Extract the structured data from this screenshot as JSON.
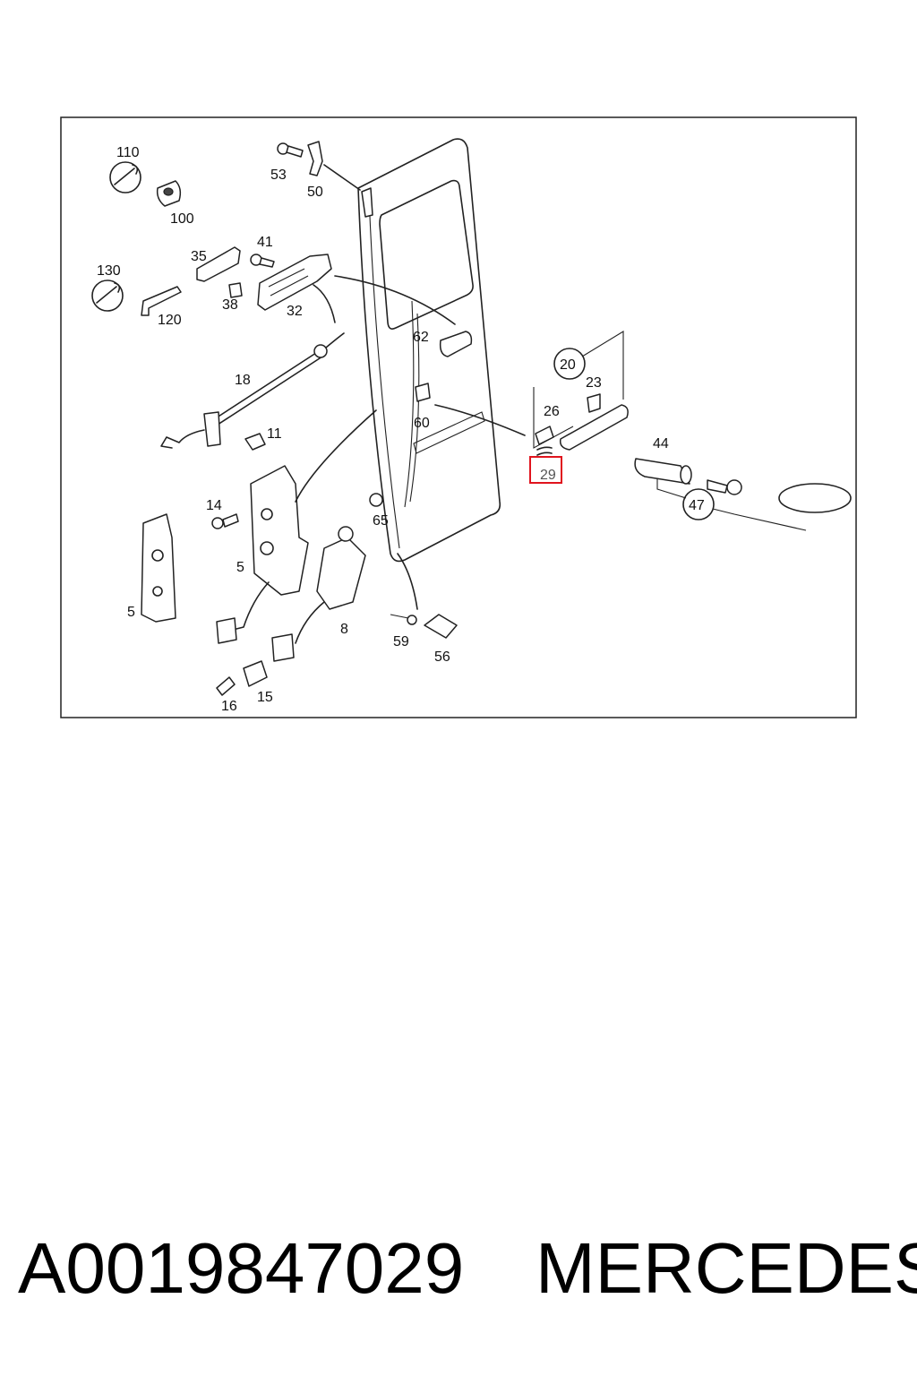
{
  "diagram": {
    "callouts": [
      {
        "id": "c110",
        "text": "110"
      },
      {
        "id": "c100",
        "text": "100"
      },
      {
        "id": "c53",
        "text": "53"
      },
      {
        "id": "c50",
        "text": "50"
      },
      {
        "id": "c35",
        "text": "35"
      },
      {
        "id": "c41",
        "text": "41"
      },
      {
        "id": "c130",
        "text": "130"
      },
      {
        "id": "c120",
        "text": "120"
      },
      {
        "id": "c38",
        "text": "38"
      },
      {
        "id": "c32",
        "text": "32"
      },
      {
        "id": "c18",
        "text": "18"
      },
      {
        "id": "c62",
        "text": "62"
      },
      {
        "id": "c20",
        "text": "20"
      },
      {
        "id": "c23",
        "text": "23"
      },
      {
        "id": "c26",
        "text": "26"
      },
      {
        "id": "c60",
        "text": "60"
      },
      {
        "id": "c11",
        "text": "11"
      },
      {
        "id": "c29",
        "text": "29",
        "highlight": true
      },
      {
        "id": "c44",
        "text": "44"
      },
      {
        "id": "c47",
        "text": "47"
      },
      {
        "id": "c14",
        "text": "14"
      },
      {
        "id": "c65",
        "text": "65"
      },
      {
        "id": "c5a",
        "text": "5"
      },
      {
        "id": "c5b",
        "text": "5"
      },
      {
        "id": "c8",
        "text": "8"
      },
      {
        "id": "c59",
        "text": "59"
      },
      {
        "id": "c56",
        "text": "56"
      },
      {
        "id": "c16",
        "text": "16"
      },
      {
        "id": "c15",
        "text": "15"
      }
    ],
    "highlight_color": "#e0141e"
  },
  "footer": {
    "part_number": "A0019847029",
    "brand": "MERCEDES"
  }
}
